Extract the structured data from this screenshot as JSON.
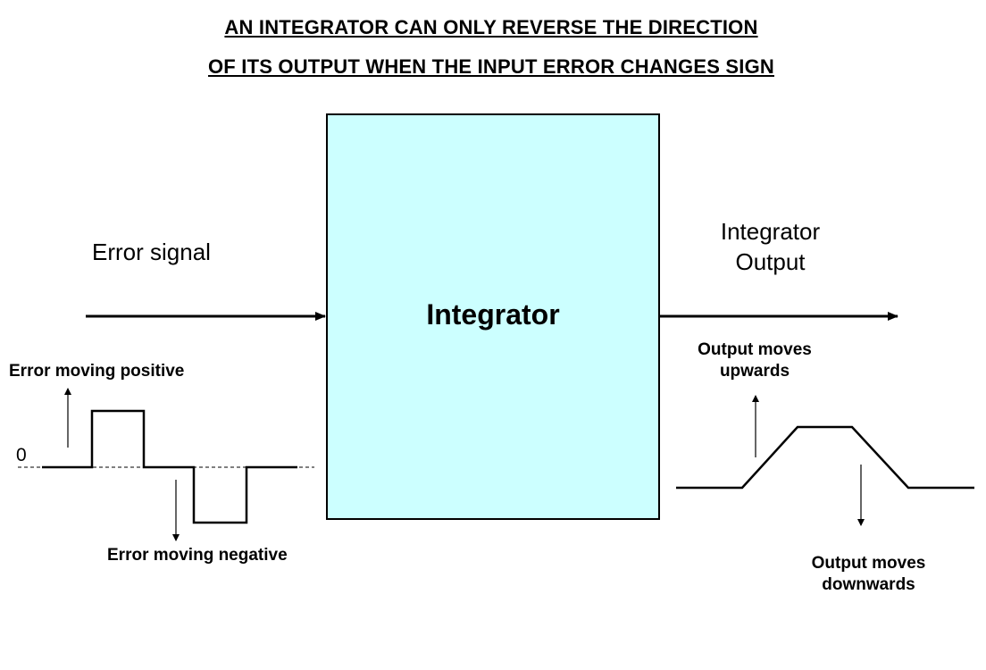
{
  "title": {
    "line1": "AN INTEGRATOR CAN ONLY REVERSE THE DIRECTION",
    "line2": "OF ITS OUTPUT WHEN THE INPUT ERROR CHANGES SIGN"
  },
  "block": {
    "label": "Integrator",
    "fill_color": "#ccffff"
  },
  "input": {
    "label": "Error signal",
    "positive_label": "Error moving positive",
    "negative_label": "Error moving negative",
    "zero_label": "0"
  },
  "output": {
    "label_line1": "Integrator",
    "label_line2": "Output",
    "up_label_line1": "Output moves",
    "up_label_line2": "upwards",
    "down_label_line1": "Output moves",
    "down_label_line2": "downwards"
  }
}
